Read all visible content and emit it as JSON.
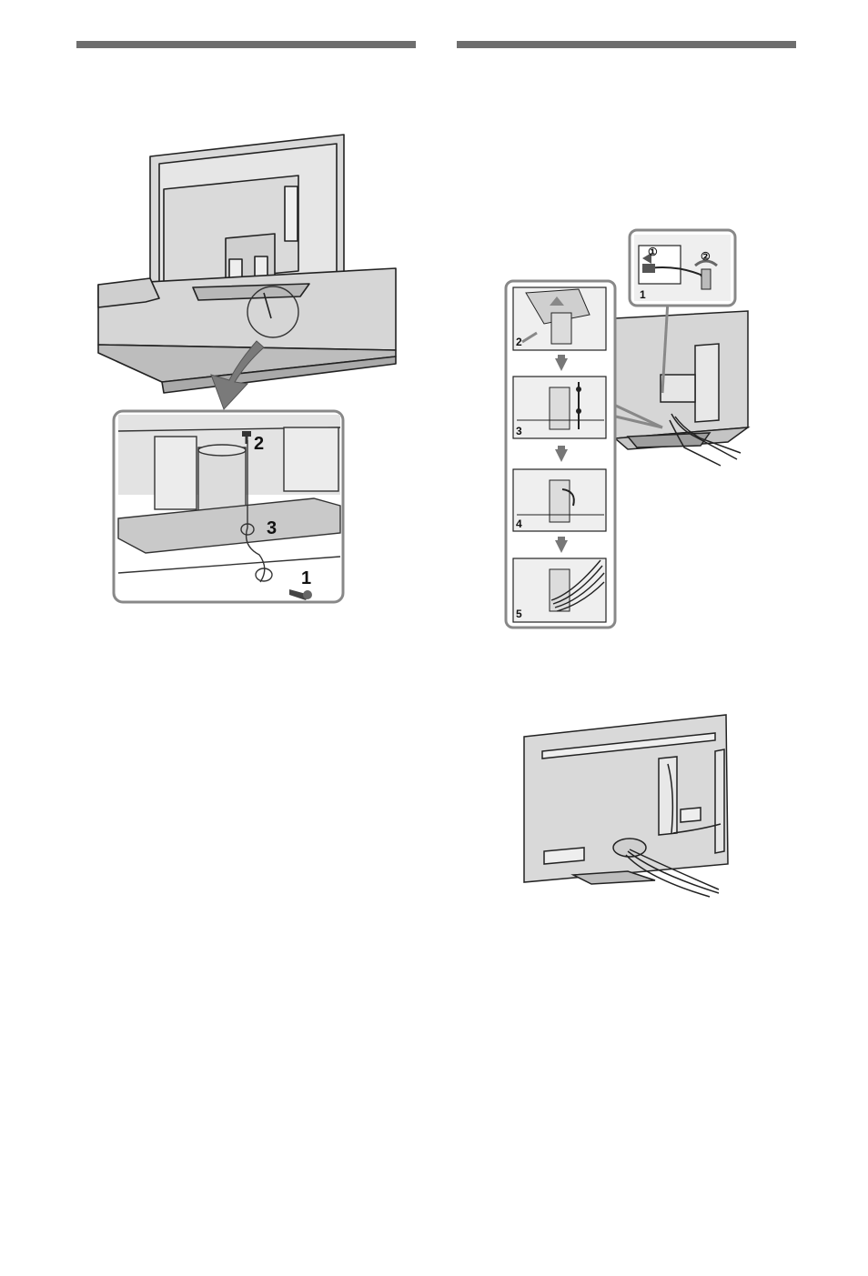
{
  "colors": {
    "rule": "#6e6e6e",
    "line": "#222222",
    "panel_fill": "#dcdcdc",
    "panel_light": "#ededed",
    "callout_border": "#888888",
    "arrow_gray": "#7a7a7a"
  },
  "left_figure": {
    "step_labels": [
      "2",
      "3",
      "1"
    ]
  },
  "right_figure": {
    "top_inset_step": "1",
    "top_inset_circled": [
      "①",
      "②"
    ],
    "column_steps": [
      "2",
      "3",
      "4",
      "5"
    ]
  },
  "icons": [
    "tv-rear-icon",
    "tv-stand-cabinet-icon",
    "screw-icon",
    "cord-icon",
    "cable-holder-icon",
    "down-arrow-icon"
  ]
}
